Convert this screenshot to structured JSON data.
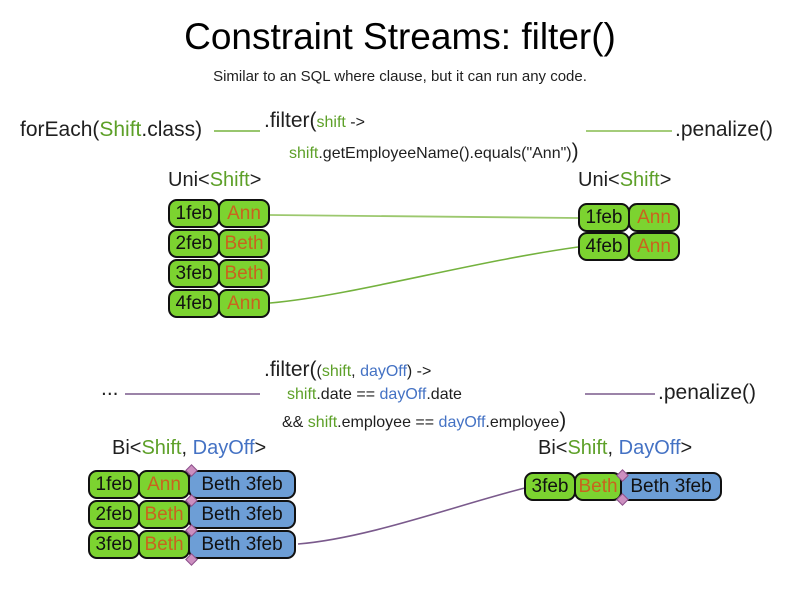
{
  "slide": {
    "title": "Constraint Streams: filter()",
    "subtitle": "Similar to an SQL where clause, but it can run any code."
  },
  "colors": {
    "type_green_text": "#5da028",
    "type_blue_text": "#4472c4",
    "employee_orange_text": "#c8641e",
    "shift_box_green": "#7cd330",
    "pair_box_blue": "#6d9ed6",
    "uni_line_green": "#86bb4f",
    "bi_line_purple": "#7a5a8c",
    "connector_diamond_pink": "#cc8fc0"
  },
  "uni_section": {
    "source_code": {
      "pre": "forEach(",
      "type": "Shift",
      "post": ".class)"
    },
    "filter_code": {
      "call": ".filter(",
      "lambda_arg": "shift",
      "arrow": " ->",
      "body_arg": "shift",
      "body": ".getEmployeeName().equals(\"Ann\")",
      "close": ")"
    },
    "penalize_code": ".penalize()",
    "input_header": {
      "pre": "Uni<",
      "type": "Shift",
      "post": ">"
    },
    "output_header": {
      "pre": "Uni<",
      "type": "Shift",
      "post": ">"
    },
    "input_rows": [
      {
        "date": "1feb",
        "employee": "Ann"
      },
      {
        "date": "2feb",
        "employee": "Beth"
      },
      {
        "date": "3feb",
        "employee": "Beth"
      },
      {
        "date": "4feb",
        "employee": "Ann"
      }
    ],
    "output_rows": [
      {
        "date": "1feb",
        "employee": "Ann"
      },
      {
        "date": "4feb",
        "employee": "Ann"
      }
    ]
  },
  "bi_section": {
    "source_code": "...",
    "filter_code": {
      "call": ".filter(",
      "paren_open": "(",
      "arg1": "shift",
      "comma": ", ",
      "arg2": "dayOff",
      "paren_close": ")",
      "arrow": " ->",
      "cond1_arg1": "shift",
      "cond1_mid": ".date == ",
      "cond1_arg2": "dayOff",
      "cond1_end": ".date",
      "cond2_pre": "&& ",
      "cond2_arg1": "shift",
      "cond2_mid": ".employee == ",
      "cond2_arg2": "dayOff",
      "cond2_end": ".employee",
      "close": ")"
    },
    "penalize_code": ".penalize()",
    "input_header": {
      "pre": "Bi<",
      "type1": "Shift",
      "comma": ", ",
      "type2": "DayOff",
      "post": ">"
    },
    "output_header": {
      "pre": "Bi<",
      "type1": "Shift",
      "comma": ", ",
      "type2": "DayOff",
      "post": ">"
    },
    "input_rows": [
      {
        "date": "1feb",
        "employee": "Ann",
        "pair": "Beth 3feb"
      },
      {
        "date": "2feb",
        "employee": "Beth",
        "pair": "Beth 3feb"
      },
      {
        "date": "3feb",
        "employee": "Beth",
        "pair": "Beth 3feb"
      }
    ],
    "output_rows": [
      {
        "date": "3feb",
        "employee": "Beth",
        "pair": "Beth 3feb"
      }
    ]
  }
}
